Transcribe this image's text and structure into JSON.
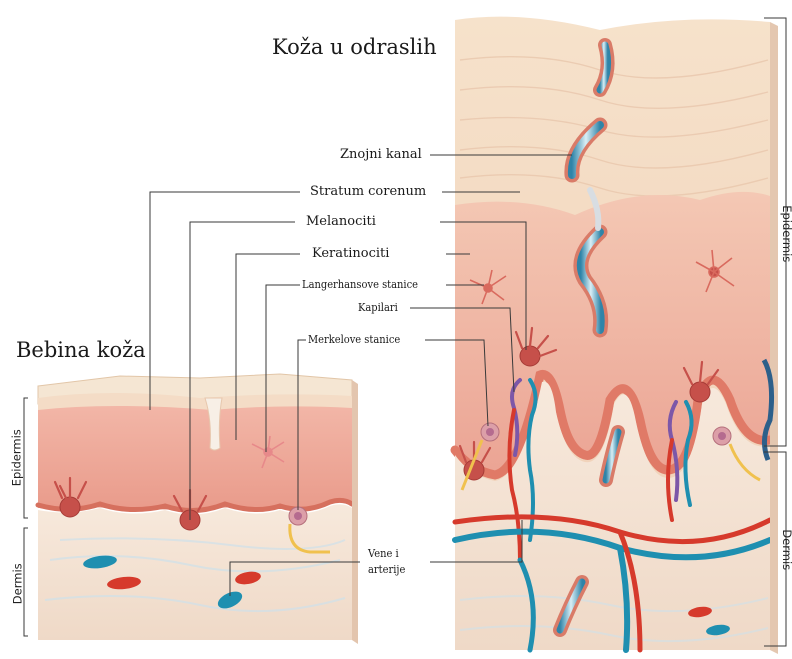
{
  "titles": {
    "adult_skin": "Koža u odraslih",
    "baby_skin": "Bebina koža"
  },
  "labels": {
    "sweat_duct": "Znojni kanal",
    "stratum_corneum": "Stratum corenum",
    "melanocytes": "Melanociti",
    "keratinocytes": "Keratinociti",
    "langerhans": "Langerhansove stanice",
    "capillaries": "Kapilari",
    "merkel": "Merkelove stanice",
    "veins_line1": "Vene i",
    "veins_line2": "arterije"
  },
  "layers": {
    "left_epidermis": "Epidermis",
    "left_dermis": "Dermis",
    "right_epidermis": "Epidermis",
    "right_dermis": "Dermis"
  },
  "colors": {
    "corneum": "#f3dcc6",
    "epidermis": "#eea99b",
    "dermis": "#f5e4d4",
    "artery": "#d63a2c",
    "vein": "#1f8fb0",
    "leader": "#3a3a3a"
  }
}
